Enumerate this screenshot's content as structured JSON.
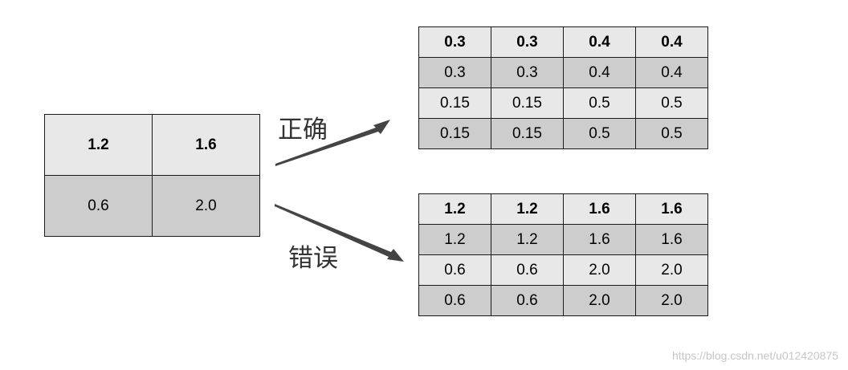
{
  "source_table": {
    "rows": [
      [
        "1.2",
        "1.6"
      ],
      [
        "0.6",
        "2.0"
      ]
    ]
  },
  "correct_result": {
    "label": "正确",
    "rows": [
      [
        "0.3",
        "0.3",
        "0.4",
        "0.4"
      ],
      [
        "0.3",
        "0.3",
        "0.4",
        "0.4"
      ],
      [
        "0.15",
        "0.15",
        "0.5",
        "0.5"
      ],
      [
        "0.15",
        "0.15",
        "0.5",
        "0.5"
      ]
    ]
  },
  "wrong_result": {
    "label": "错误",
    "rows": [
      [
        "1.2",
        "1.2",
        "1.6",
        "1.6"
      ],
      [
        "1.2",
        "1.2",
        "1.6",
        "1.6"
      ],
      [
        "0.6",
        "0.6",
        "2.0",
        "2.0"
      ],
      [
        "0.6",
        "0.6",
        "2.0",
        "2.0"
      ]
    ]
  },
  "watermark": "https://blog.csdn.net/u012420875",
  "colors": {
    "header_row": "#e8e8e8",
    "shaded_row": "#cdcdcd",
    "arrow": "#444444"
  }
}
